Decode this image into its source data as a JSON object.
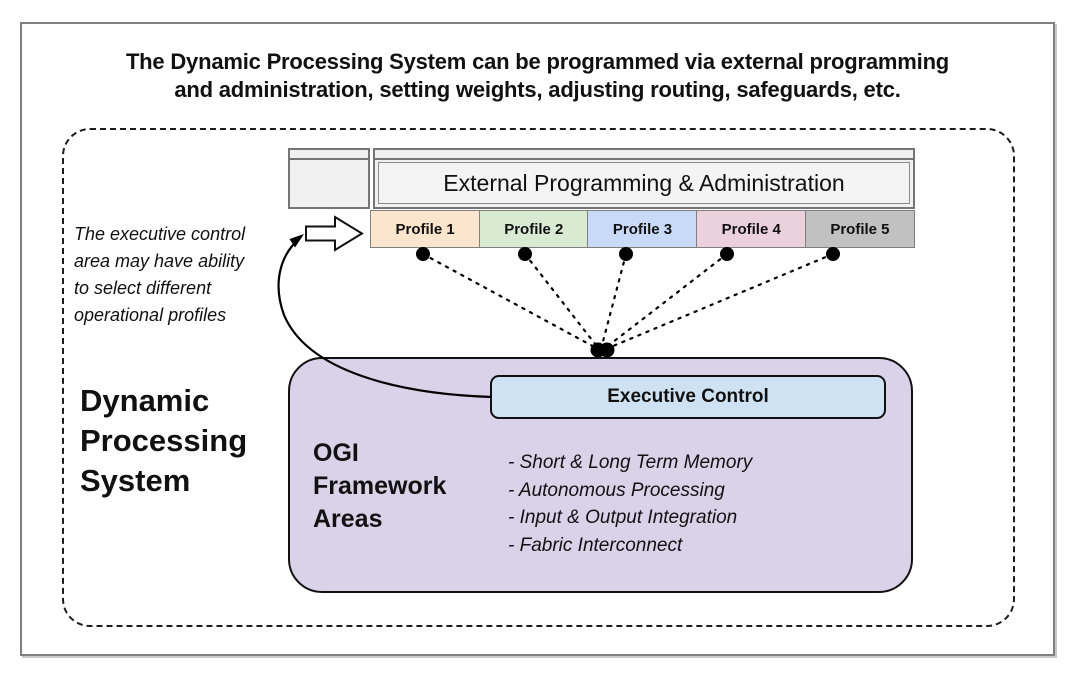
{
  "title": {
    "line1": "The Dynamic Processing System can be programmed via external programming",
    "line2": "and administration, setting weights, adjusting routing, safeguards, etc."
  },
  "external_admin": {
    "label": "External Programming & Administration"
  },
  "profiles": [
    {
      "label": "Profile 1",
      "color": "#fce5cd"
    },
    {
      "label": "Profile 2",
      "color": "#d9ead3"
    },
    {
      "label": "Profile 3",
      "color": "#c9daf8"
    },
    {
      "label": "Profile 4",
      "color": "#ead1dc"
    },
    {
      "label": "Profile 5",
      "color": "#c1c1c1"
    }
  ],
  "annotation": {
    "line1": "The executive control",
    "line2": "area may have ability",
    "line3": "to select different",
    "line4": "operational profiles"
  },
  "system_label": {
    "line1": "Dynamic",
    "line2": "Processing",
    "line3": "System"
  },
  "ogi": {
    "label_line1": "OGI",
    "label_line2": "Framework",
    "label_line3": "Areas",
    "executive_control": "Executive Control",
    "bullet1": "- Short & Long Term Memory",
    "bullet2": "- Autonomous Processing",
    "bullet3": "- Input & Output Integration",
    "bullet4": "- Fabric Interconnect",
    "box_color": "#d9d2e9",
    "exec_color": "#cfe2f3"
  },
  "colors": {
    "frame_border": "#7f7f7f",
    "table_fill": "#f1f1f1",
    "table_border": "#757575",
    "connector": "#000000"
  }
}
